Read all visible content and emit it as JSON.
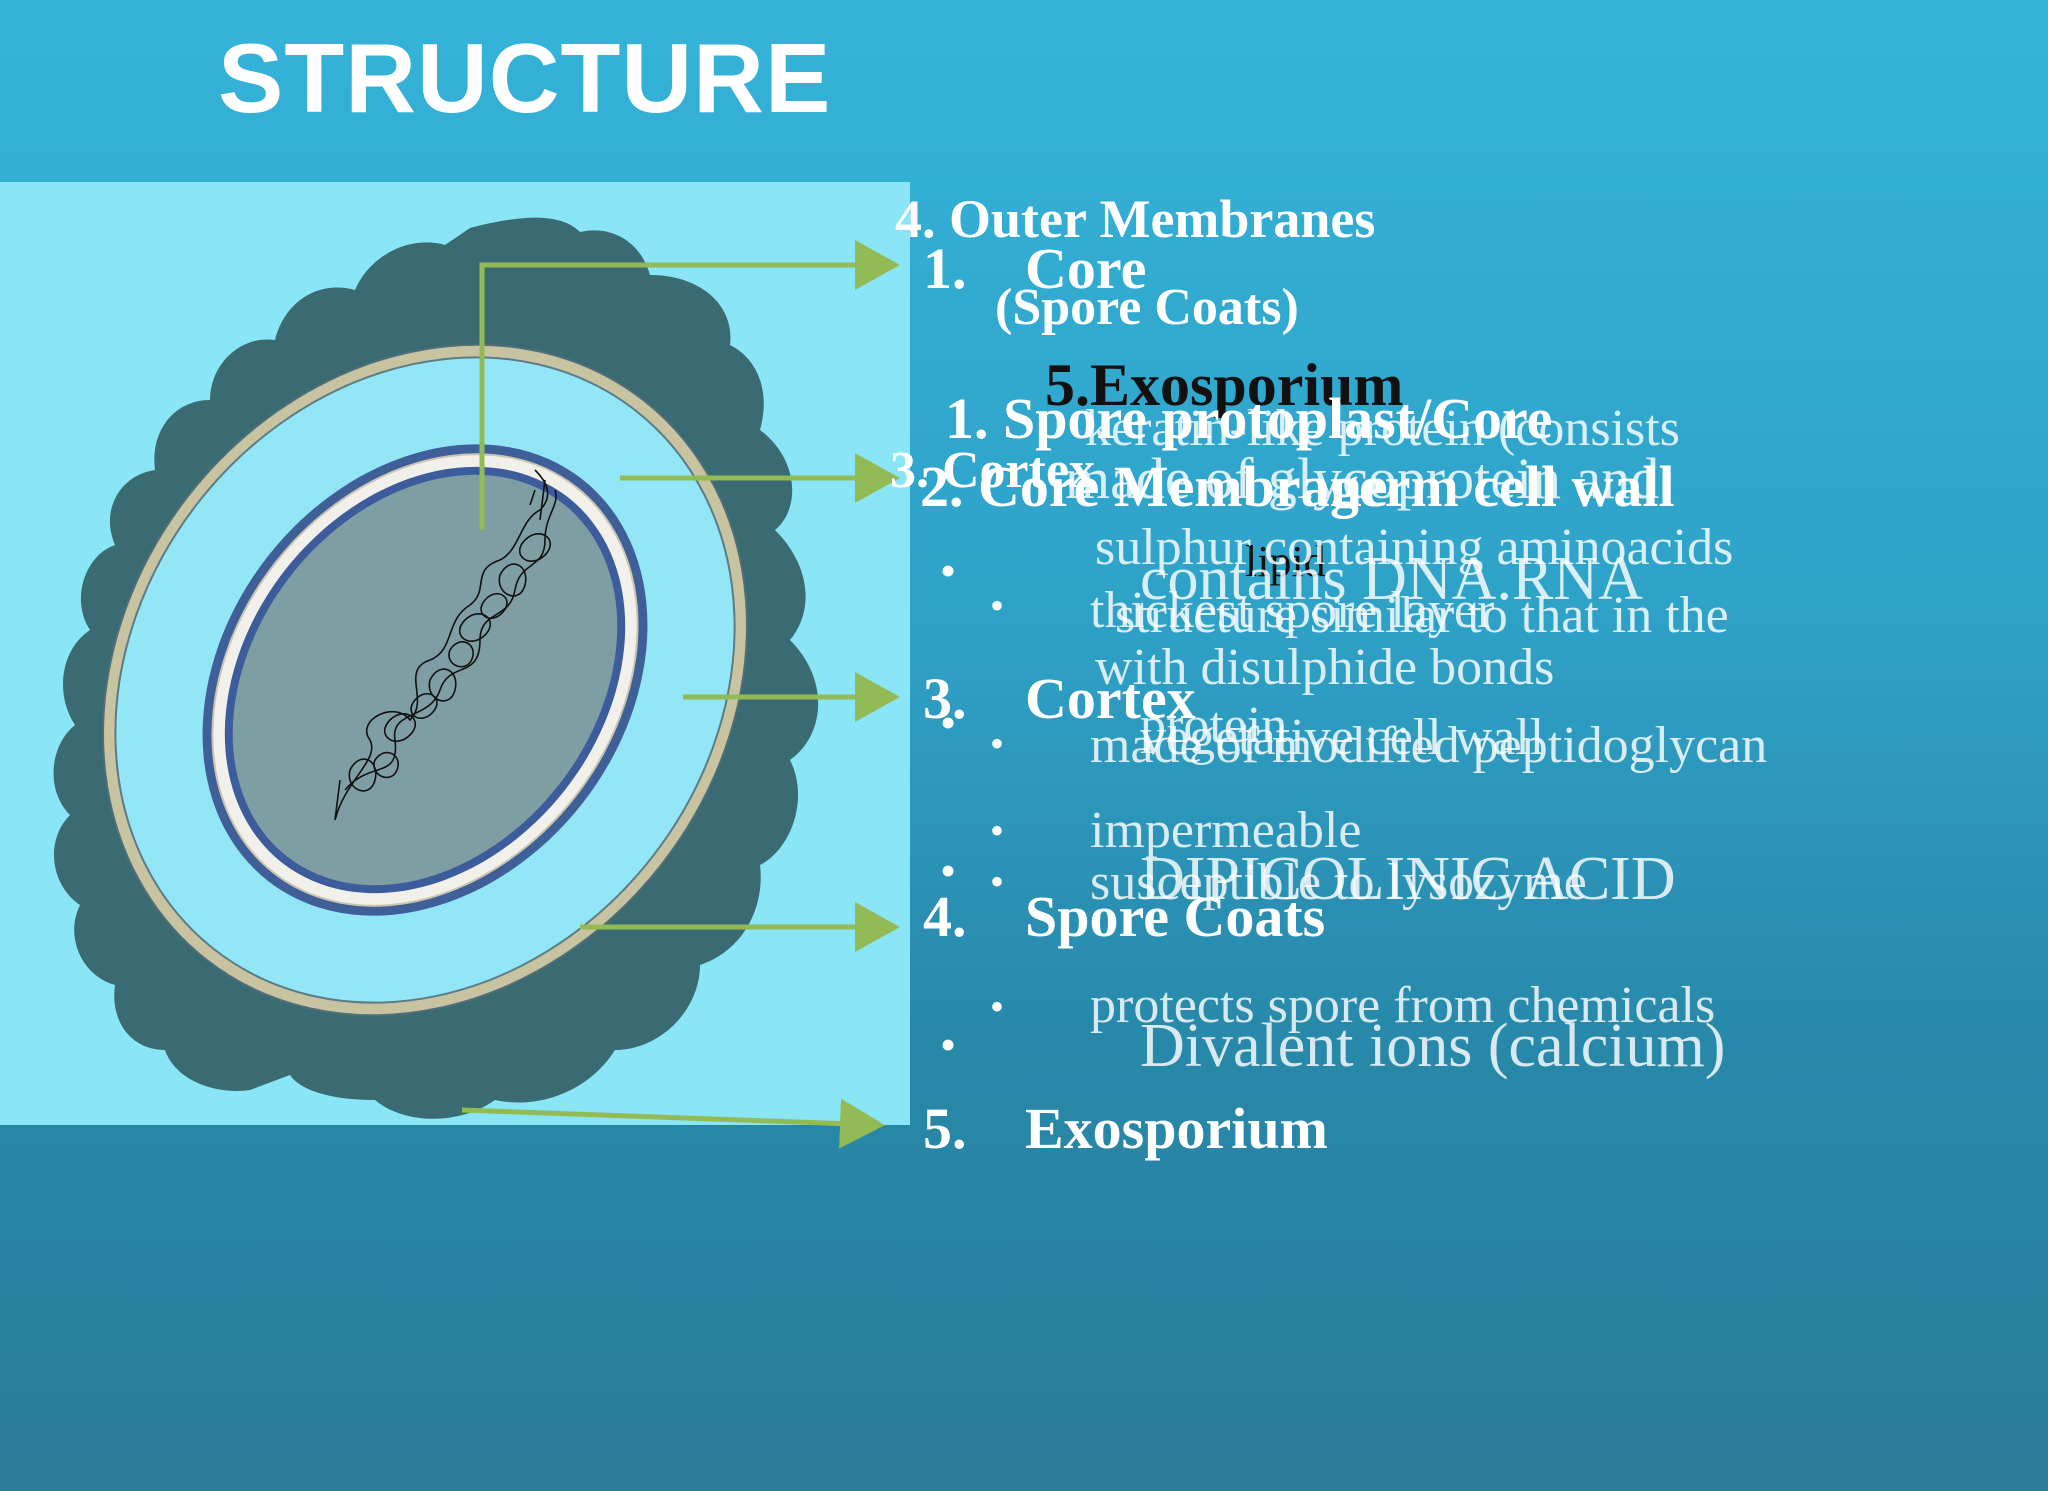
{
  "slide": {
    "title": "STRUCTURE"
  },
  "diagram": {
    "labels": [
      {
        "num": "1.",
        "text": "Core"
      },
      {
        "num": "3.",
        "text": "Cortex"
      },
      {
        "num": "4.",
        "text": "Spore Coats"
      },
      {
        "num": "5.",
        "text": "Exosporium"
      }
    ]
  },
  "overlay": {
    "outer_membranes": "4. Outer Membranes",
    "spore_coats_paren": "(Spore Coats)",
    "exosporium_heading": "5.Exosporium",
    "spore_protoplast": "1.  Spore protoplast/Core",
    "keratin_line": "keratin-like protein (consists",
    "cortex_line": "3. Cortex",
    "core_membrane": "2. Core Membrane",
    "glycoprotein": "made of glycoprotein and",
    "germ_cell_wall": "germ cell wall",
    "lipid": "lipid",
    "sulphur": "sulphur containing aminoacids",
    "contains_dna": "contains DNA.RNA",
    "thickest": "thickest spore layer",
    "structure_similar": "structure  similar to that in the",
    "disulphide": "with disulphide bonds",
    "protein": "protein",
    "vegetative": "vegetative cell wall",
    "modified_pg": "made of modified peptidoglycan",
    "impermeable": "impermeable",
    "susceptible": "susceptible to lysozyme",
    "dipicolinic": "DIPICOLINIC ACID",
    "protects": "protects spore from chemicals",
    "divalent": "Divalent ions (calcium)",
    "bullet": "•"
  },
  "colors": {
    "background_top": "#35b3d9",
    "background_bottom": "#2a7c9a",
    "panel": "#8ae6f6",
    "exosporium_fill": "#3a6b72",
    "coat_ring": "#c8c3a0",
    "cortex_fill": "#93e6f5",
    "core": "#7f9ea3",
    "arrow": "#93bb55"
  }
}
